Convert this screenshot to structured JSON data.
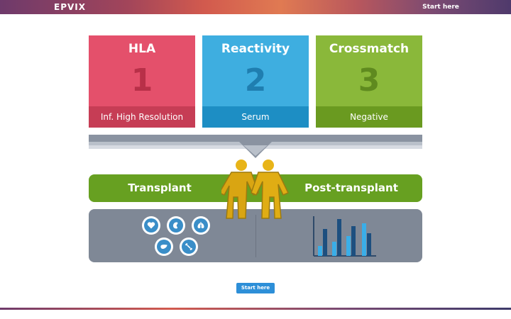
{
  "header": {
    "logo_text": "EPVIX",
    "cta_label": "Start here"
  },
  "cards": [
    {
      "title": "HLA",
      "number": "1",
      "footer": "Inf. High Resolution"
    },
    {
      "title": "Reactivity",
      "number": "2",
      "footer": "Serum"
    },
    {
      "title": "Crossmatch",
      "number": "3",
      "footer": "Negative"
    }
  ],
  "phases": {
    "left": "Transplant",
    "right": "Post-transplant"
  },
  "icons": {
    "organs": [
      "heart-icon",
      "kidney-icon",
      "lungs-icon",
      "liver-icon",
      "bone-icon"
    ],
    "people": "people-icon",
    "chart": "bar-chart-icon"
  },
  "start_button": {
    "label": "Start here"
  },
  "colors": {
    "hla": "#e4506b",
    "reactivity": "#3eaee0",
    "crossmatch": "#8ab83a",
    "green_bar": "#67a021",
    "gray_panel": "#7f8896",
    "button": "#2d8fd8"
  }
}
